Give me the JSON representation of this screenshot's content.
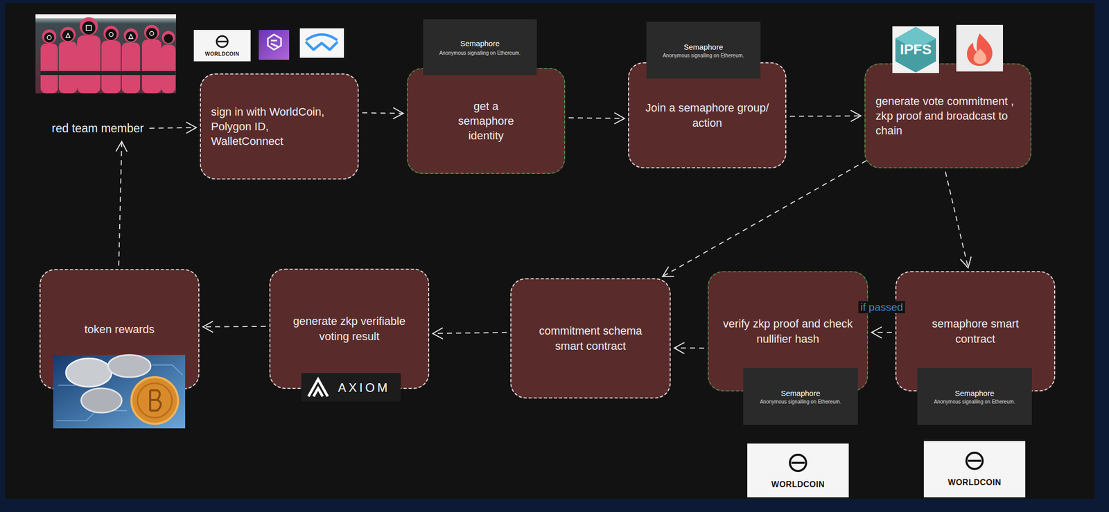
{
  "diagram": {
    "nodes": [
      {
        "text": [
          "red team member"
        ]
      },
      {
        "text": [
          "sign in with WorldCoin, Polygon ID, WalletConnect"
        ]
      },
      {
        "text": [
          "get a semaphore identity"
        ]
      },
      {
        "text": [
          "Join a semaphore group/ action"
        ]
      },
      {
        "text": [
          "generate vote commitment , zkp proof and broadcast to chain"
        ]
      },
      {
        "text": [
          "semaphore smart contract"
        ]
      },
      {
        "text": [
          "verify zkp proof and check nullifier hash"
        ]
      },
      {
        "text": [
          "commitment schema smart contract"
        ]
      },
      {
        "text": [
          "generate zkp verifiable voting result"
        ]
      },
      {
        "text": [
          "token rewards"
        ]
      }
    ],
    "edges": [
      {
        "from": 0,
        "to": 1,
        "arrow": "to"
      },
      {
        "from": 1,
        "to": 2,
        "arrow": "to"
      },
      {
        "from": 2,
        "to": 3,
        "arrow": "to"
      },
      {
        "from": 3,
        "to": 4,
        "arrow": "to"
      },
      {
        "from": 4,
        "to": 7,
        "arrow": "to"
      },
      {
        "from": 4,
        "to": 5,
        "arrow": "to"
      },
      {
        "from": 5,
        "to": 6,
        "label": "if passed",
        "arrow": "to"
      },
      {
        "from": 6,
        "to": 7,
        "arrow": "to"
      },
      {
        "from": 7,
        "to": 8,
        "arrow": "to"
      },
      {
        "from": 8,
        "to": 9,
        "arrow": "to"
      },
      {
        "from": 9,
        "to": 0,
        "arrow": "to"
      }
    ],
    "labels": [
      "WORLDCOIN",
      "Semaphore",
      "Anonymous signalling on Ethereum.",
      "Semaphore",
      "Anonymous signalling on Ethereum.",
      "IPFS",
      "Semaphore",
      "Anonymous signalling on Ethereum.",
      "Semaphore",
      "Anonymous signalling on Ethereum.",
      "WORLDCOIN",
      "WORLDCOIN",
      "AXIOM"
    ]
  }
}
